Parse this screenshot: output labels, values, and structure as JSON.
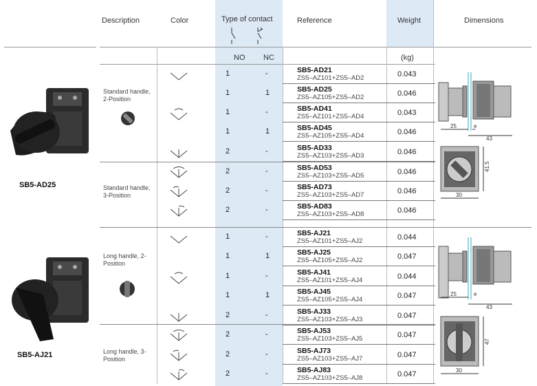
{
  "headers": {
    "description": "Description",
    "color": "Color",
    "type_of_contact": "Type of contact",
    "reference": "Reference",
    "weight": "Weight",
    "dimensions": "Dimensions",
    "no": "NO",
    "nc": "NC",
    "kg": "(kg)"
  },
  "groups": [
    {
      "product": "SB5-AD25",
      "handles": [
        {
          "label": "Standard handle, 2-Position"
        },
        {
          "label": "Standard handle, 3-Position"
        }
      ]
    },
    {
      "product": "SB5-AJ21",
      "handles": [
        {
          "label": "Long handle, 2-Position"
        },
        {
          "label": "Long handle, 3-Position"
        }
      ]
    }
  ],
  "rows": [
    {
      "no": "1",
      "nc": "-",
      "ref": "SB5-AD21",
      "sub": "ZS5–AZ101+ZS5–AD2",
      "weight": "0.043",
      "symbol": "v2"
    },
    {
      "no": "1",
      "nc": "1",
      "ref": "SB5-AD25",
      "sub": "ZS5–AZ105+ZS5–AD2",
      "weight": "0.046",
      "symbol": ""
    },
    {
      "no": "1",
      "nc": "-",
      "ref": "SB5-AD41",
      "sub": "ZS5–AZ101+ZS5–AD4",
      "weight": "0.043",
      "symbol": "v2r"
    },
    {
      "no": "1",
      "nc": "1",
      "ref": "SB5-AD45",
      "sub": "ZS5–AZ105+ZS5–AD4",
      "weight": "0.046",
      "symbol": ""
    },
    {
      "no": "2",
      "nc": "-",
      "ref": "SB5-AD33",
      "sub": "ZS5–AZ103+ZS5–AD3",
      "weight": "0.046",
      "symbol": "v3"
    },
    {
      "no": "2",
      "nc": "-",
      "ref": "SB5-AD53",
      "sub": "ZS5–AZ103+ZS5–AD5",
      "weight": "0.046",
      "symbol": "v3rr"
    },
    {
      "no": "2",
      "nc": "-",
      "ref": "SB5-AD73",
      "sub": "ZS5–AZ103+ZS5–AD7",
      "weight": "0.046",
      "symbol": "v3rl"
    },
    {
      "no": "2",
      "nc": "-",
      "ref": "SB5-AD83",
      "sub": "ZS5–AZ103+ZS5–AD8",
      "weight": "0.046",
      "symbol": "v3lr"
    },
    {
      "no": "1",
      "nc": "-",
      "ref": "SB5-AJ21",
      "sub": "ZS5–AZ101+ZS5–AJ2",
      "weight": "0.044",
      "symbol": "v2"
    },
    {
      "no": "1",
      "nc": "1",
      "ref": "SB5-AJ25",
      "sub": "ZS5–AZ105+ZS5–AJ2",
      "weight": "0.047",
      "symbol": ""
    },
    {
      "no": "1",
      "nc": "-",
      "ref": "SB5-AJ41",
      "sub": "ZS5–AZ101+ZS5–AJ4",
      "weight": "0.044",
      "symbol": "v2r"
    },
    {
      "no": "1",
      "nc": "1",
      "ref": "SB5-AJ45",
      "sub": "ZS5–AZ105+ZS5–AJ4",
      "weight": "0.047",
      "symbol": ""
    },
    {
      "no": "2",
      "nc": "-",
      "ref": "SB5-AJ33",
      "sub": "ZS5–AZ103+ZS5–AJ3",
      "weight": "0.047",
      "symbol": "v3"
    },
    {
      "no": "2",
      "nc": "-",
      "ref": "SB5-AJ53",
      "sub": "ZS5–AZ103+ZS5–AJ5",
      "weight": "0.047",
      "symbol": "v3rr"
    },
    {
      "no": "2",
      "nc": "-",
      "ref": "SB5-AJ73",
      "sub": "ZS5–AZ103+ZS5–AJ7",
      "weight": "0.047",
      "symbol": "v3rl"
    },
    {
      "no": "2",
      "nc": "-",
      "ref": "SB5-AJ83",
      "sub": "ZS5–AZ103+ZS5–AJ8",
      "weight": "0.047",
      "symbol": "v3lr"
    }
  ],
  "dimensions": {
    "top": {
      "d1": "25",
      "d2": "e",
      "d3": "43",
      "d4": "41.5",
      "d5": "30"
    },
    "bottom": {
      "d1": "25",
      "d2": "e",
      "d3": "43",
      "d4": "47",
      "d5": "30"
    }
  },
  "colors": {
    "header_shade": "#dde9f5",
    "rule": "#999999"
  }
}
